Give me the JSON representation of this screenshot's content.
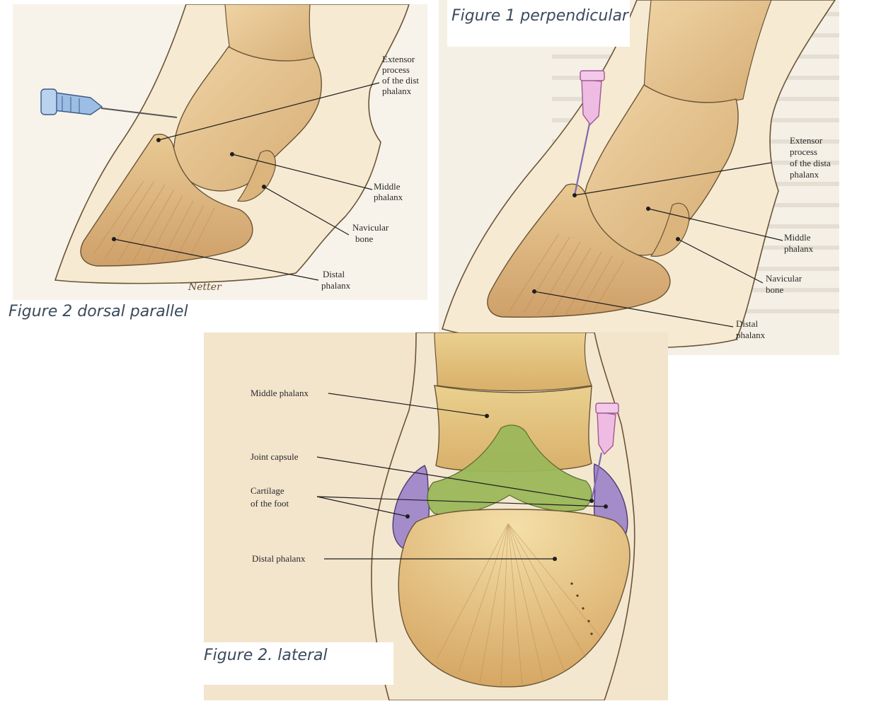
{
  "figures": {
    "dorsal_parallel": {
      "caption": "Figure 2 dorsal parallel",
      "signature": "Netter",
      "labels": {
        "extensor": [
          "Extensor",
          "process",
          "of the dist",
          "phalanx"
        ],
        "middle": [
          "Middle",
          "phalanx"
        ],
        "navicular": [
          "Navicular",
          "bone"
        ],
        "distal": [
          "Distal",
          "phalanx"
        ]
      }
    },
    "perpendicular": {
      "caption": "Figure 1 perpendicular",
      "labels": {
        "extensor": [
          "Extensor",
          "process",
          "of the dista",
          "phalanx"
        ],
        "middle": [
          "Middle",
          "phalanx"
        ],
        "navicular": [
          "Navicular",
          "bone"
        ],
        "distal": [
          "Distal",
          "phalanx"
        ]
      }
    },
    "lateral": {
      "caption": "Figure 2. lateral",
      "labels": {
        "middle": "Middle phalanx",
        "capsule": "Joint capsule",
        "cartilage": [
          "Cartilage",
          "of the foot"
        ],
        "distal": "Distal phalanx"
      }
    }
  },
  "colors": {
    "hoof_bg": "#f6ead2",
    "bone": "#e6c48f",
    "bone_dark": "#c99a5c",
    "outline": "#4a3a26",
    "capsule": "#9bb85a",
    "cartilage": "#a48ccb",
    "needle_blue": "#8fb0d8",
    "needle_pink": "#e7a9d6"
  }
}
